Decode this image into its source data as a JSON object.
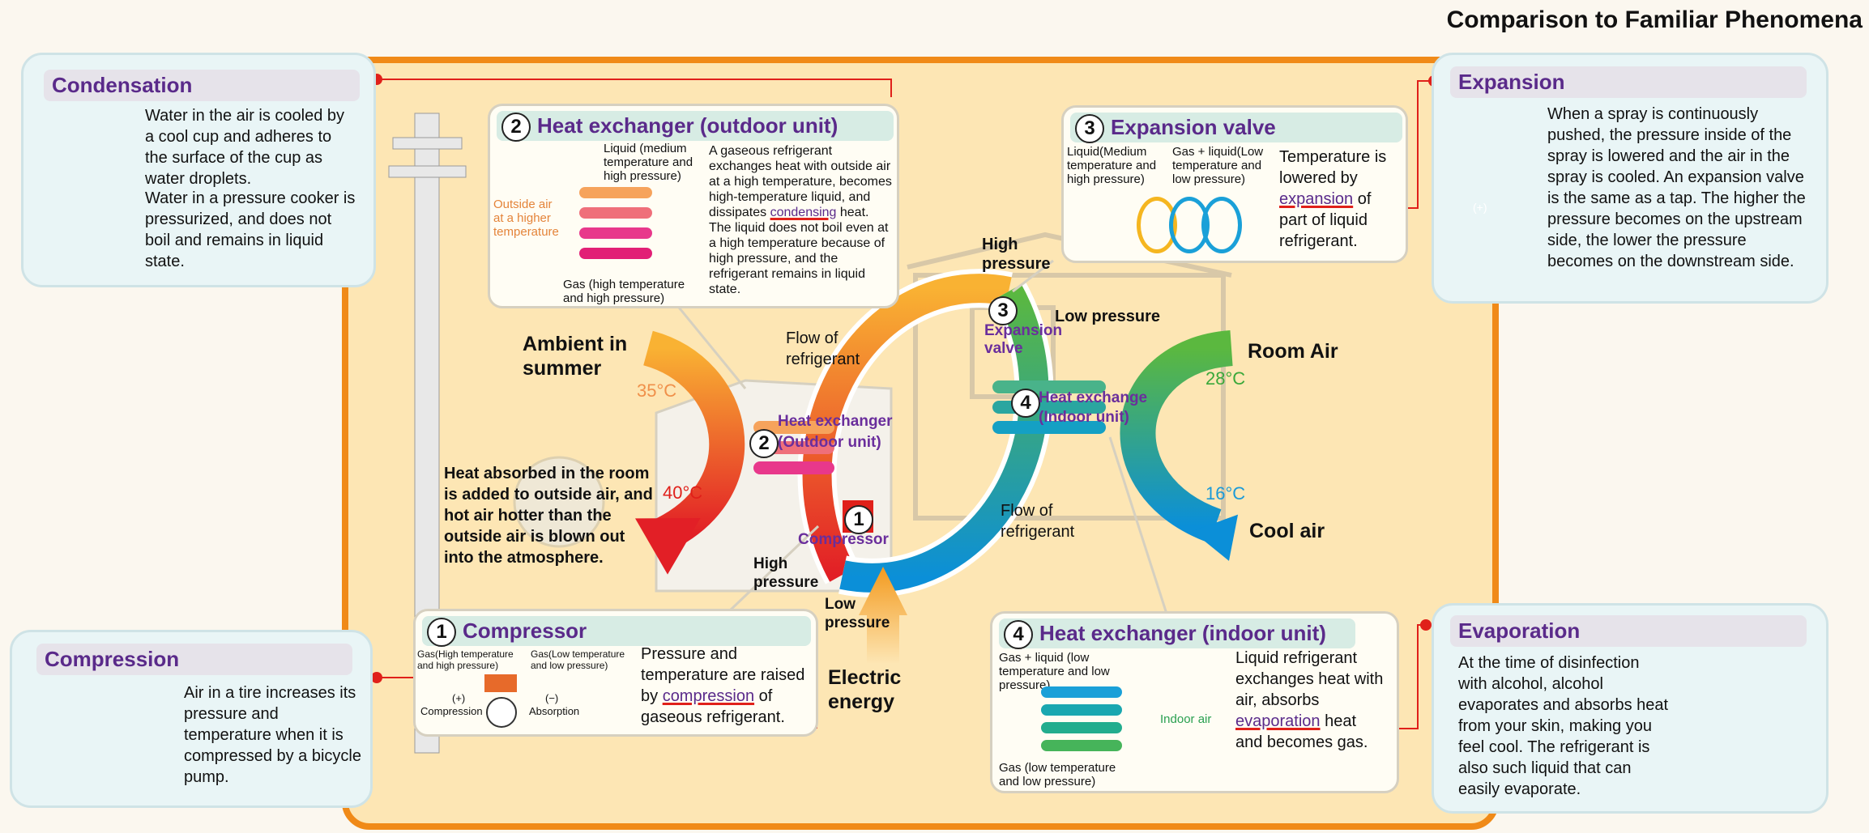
{
  "header": {
    "title": "Comparison to Familiar Phenomena"
  },
  "condensation": {
    "title": "Condensation",
    "text1": "Water in the air is cooled by a cool cup and adheres to the surface of the cup as water droplets.",
    "text2": "Water in a pressure cooker is pressurized, and does not boil and remains in liquid state."
  },
  "compression": {
    "title": "Compression",
    "text": "Air in a tire increases its pressure and temperature when it is compressed by a bicycle pump."
  },
  "expansion": {
    "title": "Expansion",
    "text": "When a spray is continuously pushed, the pressure inside of the spray is lowered and the air in the spray is cooled. An expansion valve is the same as a tap.  The higher the pressure becomes on the upstream side, the lower the pressure becomes on the downstream side.",
    "plus": "(+)"
  },
  "evaporation": {
    "title": "Evaporation",
    "text": "At the time of disinfection with alcohol, alcohol evaporates and absorbs heat from your skin, making you feel cool.  The refrigerant is also such liquid that can easily evaporate."
  },
  "hx_outdoor_box": {
    "num": "2",
    "title": "Heat exchanger (outdoor unit)",
    "liquid_label": "Liquid (medium temperature and high pressure)",
    "gas_label": "Gas (high temperature and high pressure)",
    "outside_air": "Outside air at a higher temperature",
    "desc_before": "A gaseous refrigerant exchanges heat with outside air at a high temperature, becomes high-temperature liquid, and dissipates ",
    "desc_link": "condensing",
    "desc_after": " heat.  The liquid does not boil even at a high temperature because of high pressure, and the refrigerant remains in liquid state."
  },
  "expansion_valve_box": {
    "num": "3",
    "title": "Expansion valve",
    "liquid_label": "Liquid(Medium temperature and high pressure)",
    "gas_liquid_label": "Gas + liquid(Low temperature and low pressure)",
    "desc_before": "Temperature is lowered by ",
    "desc_link": "expansion",
    "desc_after": " of part of liquid refrigerant."
  },
  "compressor_box": {
    "num": "1",
    "title": "Compressor",
    "gas_high": "Gas(High temperature and high pressure)",
    "gas_low": "Gas(Low temperature and low pressure)",
    "plus_label": "(+)",
    "compression_label": "Compression",
    "minus_label": "(−)",
    "absorption_label": "Absorption",
    "desc_before": "Pressure and temperature are raised by ",
    "desc_link": "compression",
    "desc_after": " of gaseous refrigerant."
  },
  "hx_indoor_box": {
    "num": "4",
    "title": "Heat exchanger (indoor unit)",
    "gas_liquid_label": "Gas + liquid (low temperature and low pressure)",
    "gas_label": "Gas (low temperature and low pressure)",
    "indoor_air": "Indoor air",
    "desc_before": "Liquid refrigerant exchanges heat with air, absorbs ",
    "desc_link": "evaporation",
    "desc_after": " heat and becomes gas."
  },
  "diagram": {
    "ambient": "Ambient in summer",
    "temp_35": "35°C",
    "temp_40": "40°C",
    "heat_absorbed": "Heat absorbed in the room is added to outside air, and hot air hotter than the outside air is blown out into the atmosphere.",
    "flow1": "Flow of refrigerant",
    "flow2": "Flow of refrigerant",
    "high_pressure_top": "High pressure",
    "low_pressure_top": "Low pressure",
    "high_pressure_bottom": "High pressure",
    "low_pressure_bottom": "Low pressure",
    "valve_num": "3",
    "valve_label": "Expansion valve",
    "hx_out_num": "2",
    "hx_out_label": "Heat exchanger (Outdoor unit)",
    "hx_in_num": "4",
    "hx_in_label": "Heat exchange (Indoor unit)",
    "comp_num": "1",
    "comp_label": "Compressor",
    "room_air": "Room Air",
    "temp_28": "28°C",
    "temp_16": "16°C",
    "cool_air": "Cool air",
    "electric_energy": "Electric energy"
  },
  "colors": {
    "frame": "#f08a18",
    "panel": "#fde6b4",
    "title_purple": "#5a2a8a",
    "accent_red": "#e0201a"
  }
}
